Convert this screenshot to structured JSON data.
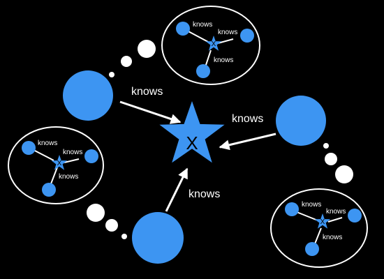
{
  "diagram": {
    "center_label": "X",
    "edge_label": "knows",
    "colors": {
      "node": "#3d95f2",
      "background": "#000000",
      "stroke": "#ffffff",
      "bubble": "#ffffff"
    },
    "main_edges": [
      {
        "label": "knows"
      },
      {
        "label": "knows"
      },
      {
        "label": "knows"
      }
    ],
    "clusters": [
      {
        "center_label": "X",
        "edge_labels": [
          "knows",
          "knows",
          "knows"
        ]
      },
      {
        "center_label": "X",
        "edge_labels": [
          "knows",
          "knows",
          "knows"
        ]
      },
      {
        "center_label": "X",
        "edge_labels": [
          "knows",
          "knows",
          "knows"
        ]
      }
    ]
  }
}
